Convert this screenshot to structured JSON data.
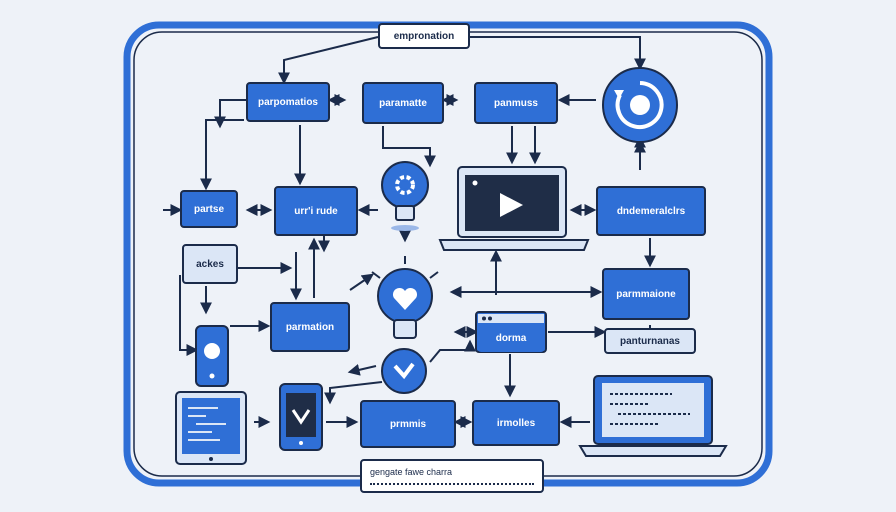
{
  "diagram": {
    "title": "empronation",
    "nodes": {
      "parpomatios": "parpomatios",
      "paramatte": "paramatte",
      "panmuss": "panmuss",
      "partse": "partse",
      "urr_rude": "urr'i rude",
      "dndemeralclrs": "dndemeralclrs",
      "ackes": "ackes",
      "parmmaione": "parmmaione",
      "parmation": "parmation",
      "dorma": "dorma",
      "panturnanas": "panturnanas",
      "prmmis": "prmmis",
      "irmolles": "irmolles"
    },
    "caption": "gengate fawe charra"
  },
  "colors": {
    "primary": "#2f6fd6",
    "outline": "#1b2b4a",
    "light": "#dbe6f6",
    "background": "#eef2f8"
  },
  "icons": {
    "lightbulb_gear": "lightbulb-gear-icon",
    "lightbulb_heart": "lightbulb-heart-icon",
    "laptop_play": "laptop-play-icon",
    "circular_refresh": "circular-refresh-icon",
    "smartphone": "smartphone-icon",
    "tablet": "tablet-icon",
    "phone_checkmark": "phone-checkmark-icon",
    "laptop_code": "laptop-code-icon",
    "browser_window": "browser-window-icon",
    "checkmark_badge": "checkmark-badge-icon"
  }
}
